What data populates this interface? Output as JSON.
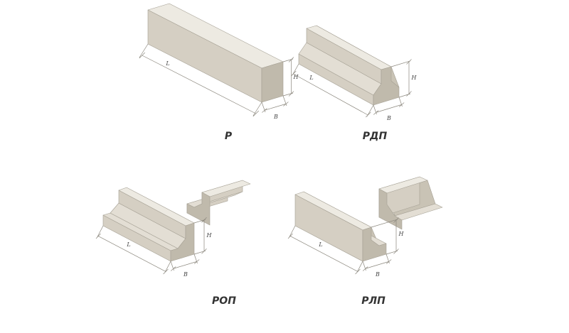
{
  "background": "#ffffff",
  "palette": {
    "face_top": "#edeae2",
    "face_light": "#e3ded4",
    "face_side": "#d5cfc3",
    "face_shade": "#c9c3b5",
    "face_end": "#c0baac",
    "edge": "#a5a094",
    "dimension_line": "#8b877d",
    "dimension_text": "#454545",
    "caption_text": "#333333"
  },
  "figures": [
    {
      "id": "r",
      "label": "Р",
      "dims": {
        "length": "L",
        "height": "H",
        "width": "B"
      }
    },
    {
      "id": "rdp",
      "label": "РДП",
      "dims": {
        "length": "L",
        "height": "H",
        "width": "B"
      }
    },
    {
      "id": "rop",
      "label": "РОП",
      "dims": {
        "length": "L",
        "height": "H",
        "width": "B"
      }
    },
    {
      "id": "rlp",
      "label": "РЛП",
      "dims": {
        "length": "L",
        "height": "H",
        "width": "B"
      }
    }
  ]
}
